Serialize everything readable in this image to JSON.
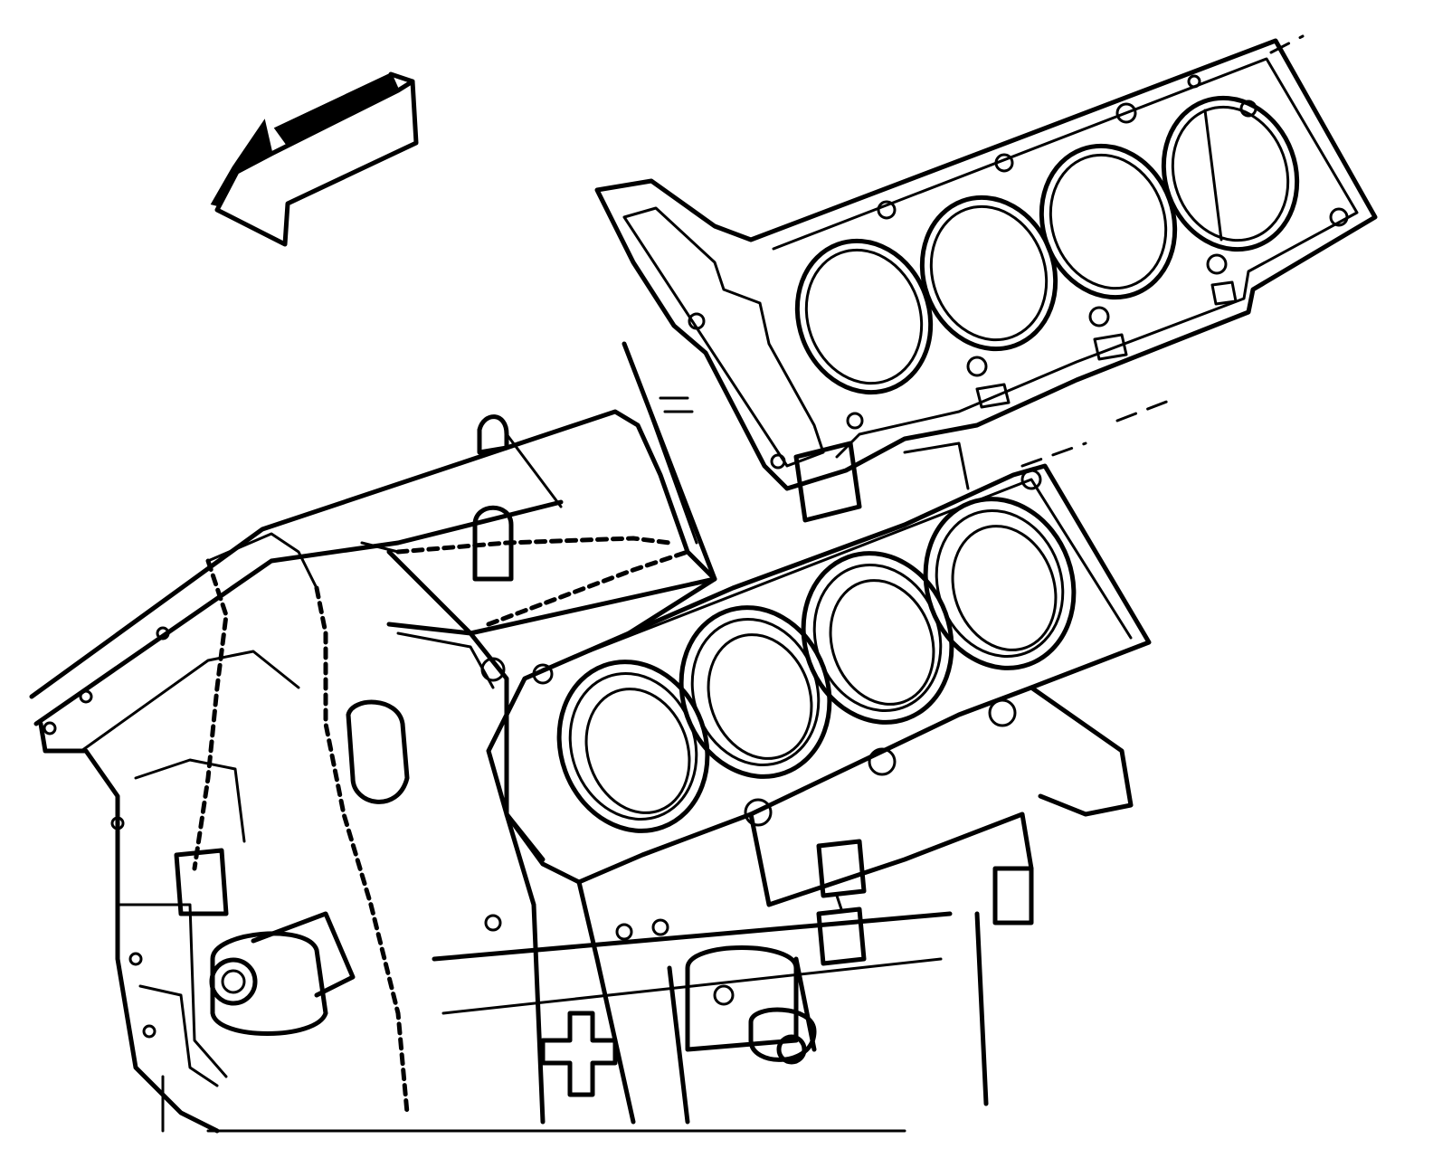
{
  "diagram": {
    "kind": "line-art",
    "colors": {
      "ink": "#000000",
      "paper": "#ffffff"
    },
    "icons": [
      "direction-arrow-icon"
    ],
    "parts": [
      "cylinder-head-gasket",
      "engine-block"
    ],
    "gasket_bores": 4,
    "block_bores": 4
  }
}
